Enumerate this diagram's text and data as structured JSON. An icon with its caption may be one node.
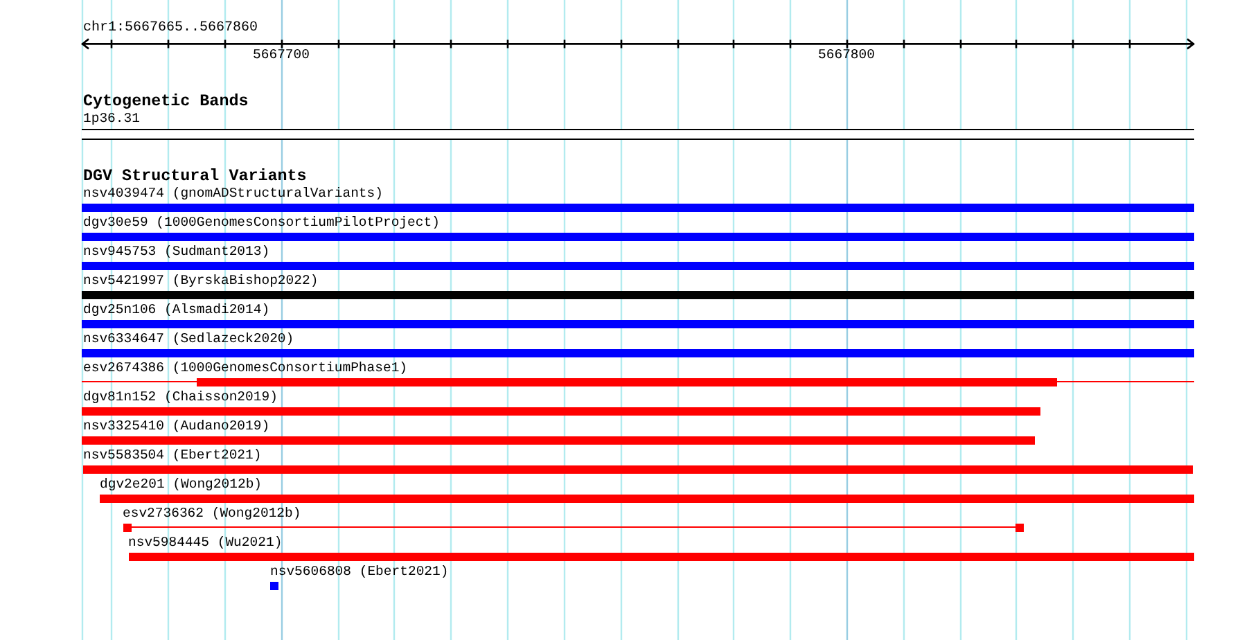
{
  "diagram": {
    "labels": [
      "chr1:5667665..5667860",
      "5667700",
      "5667800",
      "Cytogenetic Bands",
      "DGV Structural Variants"
    ],
    "nodes": [
      {
        "text": [],
        "shape": "bar",
        "beside": [
          "1p36.31"
        ]
      },
      {
        "text": [],
        "shape": "bar",
        "beside": [
          "nsv4039474 (gnomADStructuralVariants)"
        ]
      },
      {
        "text": [],
        "shape": "bar",
        "beside": [
          "dgv30e59 (1000GenomesConsortiumPilotProject)"
        ]
      },
      {
        "text": [],
        "shape": "bar",
        "beside": [
          "nsv945753 (Sudmant2013)"
        ]
      },
      {
        "text": [],
        "shape": "bar",
        "beside": [
          "nsv5421997 (ByrskaBishop2022)"
        ]
      },
      {
        "text": [],
        "shape": "bar",
        "beside": [
          "dgv25n106 (Alsmadi2014)"
        ]
      },
      {
        "text": [],
        "shape": "bar",
        "beside": [
          "nsv6334647 (Sedlazeck2020)"
        ]
      },
      {
        "text": [],
        "shape": "bar",
        "beside": [
          "esv2674386 (1000GenomesConsortiumPhase1)"
        ]
      },
      {
        "text": [],
        "shape": "bar",
        "beside": [
          "dgv81n152 (Chaisson2019)"
        ]
      },
      {
        "text": [],
        "shape": "bar",
        "beside": [
          "nsv3325410 (Audano2019)"
        ]
      },
      {
        "text": [],
        "shape": "bar",
        "beside": [
          "nsv5583504 (Ebert2021)"
        ]
      },
      {
        "text": [],
        "shape": "bar",
        "beside": [
          "dgv2e201 (Wong2012b)"
        ]
      },
      {
        "text": [],
        "shape": "bar",
        "beside": [
          "esv2736362 (Wong2012b)"
        ]
      },
      {
        "text": [],
        "shape": "bar",
        "beside": [
          "nsv5984445 (Wu2021)"
        ]
      },
      {
        "text": [],
        "shape": "bar",
        "beside": [
          "nsv5606808 (Ebert2021)"
        ]
      }
    ]
  }
}
